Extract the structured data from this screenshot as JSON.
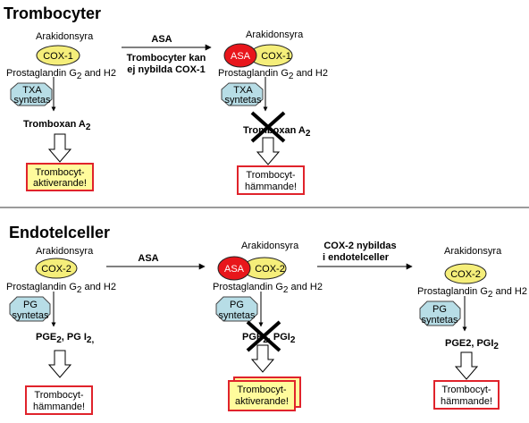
{
  "top": {
    "title": "Trombocyter",
    "left": {
      "arachidonic": "Arakidonsyra",
      "enzyme": "COX-1",
      "prostaglandin": "Prostaglandin G",
      "prostaglandin_sub": "2",
      "prostaglandin_rest": " and H2",
      "synthase_line1": "TXA",
      "synthase_line2": "syntetas",
      "product": "Tromboxan A",
      "product_sub": "2",
      "result_line1": "Trombocyt-",
      "result_line2": "aktiverande!"
    },
    "arrow": {
      "label_top": "ASA",
      "label_bottom_line1": "Trombocyter kan",
      "label_bottom_line2": "ej nybilda COX-1"
    },
    "right": {
      "arachidonic": "Arakidonsyra",
      "inhibitor": "ASA",
      "enzyme": "COX-1",
      "prostaglandin": "Prostaglandin G",
      "prostaglandin_sub": "2",
      "prostaglandin_rest": " and H2",
      "synthase_line1": "TXA",
      "synthase_line2": "syntetas",
      "product": "Tromboxan A",
      "product_sub": "2",
      "result_line1": "Trombocyt-",
      "result_line2": "hämmande!"
    }
  },
  "bottom": {
    "title": "Endotelceller",
    "left": {
      "arachidonic": "Arakidonsyra",
      "enzyme": "COX-2",
      "prostaglandin": "Prostaglandin G",
      "prostaglandin_sub": "2",
      "prostaglandin_rest": " and H2",
      "synthase_line1": "PG",
      "synthase_line2": "syntetas",
      "product_a": "PGE",
      "product_a_sub": "2",
      "product_b": ", PG I",
      "product_b_sub": "2,",
      "result_line1": "Trombocyt-",
      "result_line2": "hämmande!"
    },
    "arrow1": {
      "label": "ASA"
    },
    "middle": {
      "arachidonic": "Arakidonsyra",
      "inhibitor": "ASA",
      "enzyme": "COX-2",
      "prostaglandin": "Prostaglandin G",
      "prostaglandin_sub": "2",
      "prostaglandin_rest": " and H2",
      "synthase_line1": "PG",
      "synthase_line2": "syntetas",
      "product_a": "PGE",
      "product_a_sub": "2",
      "product_b": ", PGI",
      "product_b_sub": "2",
      "result_line1": "Trombocyt-",
      "result_line2": "aktiverande!"
    },
    "arrow2": {
      "label_line1": "COX-2 nybildas",
      "label_line2": "i endotelceller"
    },
    "right": {
      "arachidonic": "Arakidonsyra",
      "enzyme": "COX-2",
      "prostaglandin": "Prostaglandin G",
      "prostaglandin_sub": "2",
      "prostaglandin_rest": " and H2",
      "synthase_line1": "PG",
      "synthase_line2": "syntetas",
      "product_a": "PGE2, PGI",
      "product_a_sub": "2",
      "result_line1": "Trombocyt-",
      "result_line2": "hämmande!"
    }
  },
  "colors": {
    "enzyme_fill": "#f5ee7a",
    "inhibitor_fill": "#e8161b",
    "synthase_fill": "#b7dde6",
    "result_border": "#e0232b",
    "activating_fill": "#fffb9c",
    "divider": "#7a7a7a"
  }
}
